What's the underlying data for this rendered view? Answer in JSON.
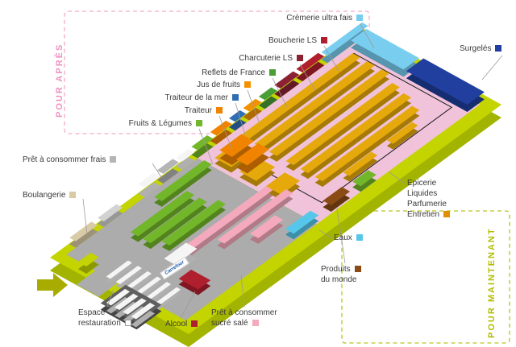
{
  "zones": {
    "pour_apres": {
      "label": "POUR APRÈS",
      "color": "#f090c2"
    },
    "pour_maintenant": {
      "label": "POUR MAINTENANT",
      "color": "#b3bc00"
    }
  },
  "sign": {
    "text": "Carrefour"
  },
  "departments": {
    "cremerie": {
      "lines": [
        "Crèmerie ultra fais"
      ],
      "square_line": 0,
      "color": "#79cef0"
    },
    "boucherie": {
      "lines": [
        "Boucherie LS"
      ],
      "square_line": 0,
      "color": "#b01f2e"
    },
    "charcuterie": {
      "lines": [
        "Charcuterie LS"
      ],
      "square_line": 0,
      "color": "#8c2134"
    },
    "reflets": {
      "lines": [
        "Reflets de France"
      ],
      "square_line": 0,
      "color": "#4a9e37"
    },
    "jus_de_fruits": {
      "lines": [
        "Jus de fruits"
      ],
      "square_line": 0,
      "color": "#f39200"
    },
    "traiteur_mer": {
      "lines": [
        "Traiteur de la mer"
      ],
      "square_line": 0,
      "color": "#2f6db5"
    },
    "traiteur": {
      "lines": [
        "Traiteur"
      ],
      "square_line": 0,
      "color": "#f08300"
    },
    "fruits_legumes": {
      "lines": [
        "Fruits & Légumes"
      ],
      "square_line": 0,
      "color": "#72b62a"
    },
    "pret_frais": {
      "lines": [
        "Prêt à consommer frais"
      ],
      "square_line": 0,
      "color": "#b5b5b5"
    },
    "boulangerie": {
      "lines": [
        "Boulangerie"
      ],
      "square_line": 0,
      "color": "#d9cba6"
    },
    "surgeles": {
      "lines": [
        "Surgelés"
      ],
      "square_line": 0,
      "color": "#203f9e"
    },
    "epicerie": {
      "lines": [
        "Epicerie",
        "Liquides",
        "Parfumerie",
        "Entretien"
      ],
      "square_line": 3,
      "color": "#e08f00"
    },
    "eaux": {
      "lines": [
        "Eaux"
      ],
      "square_line": 0,
      "color": "#56c7ea"
    },
    "produits_monde": {
      "lines": [
        "Produits",
        "du monde"
      ],
      "square_line": 0,
      "color": "#8a4b15"
    },
    "restauration": {
      "lines": [
        "Espace",
        "restauration"
      ],
      "square_line": 1,
      "color": "#ffffff",
      "square_border": "#9a9a9a"
    },
    "alcool": {
      "lines": [
        "Alcool"
      ],
      "square_line": 0,
      "color": "#b01f2e"
    },
    "pret_sucre": {
      "lines": [
        "Prêt à consommer",
        "sucré salé"
      ],
      "square_line": 1,
      "color": "#f5a9bc"
    }
  },
  "palette": {
    "building": "#c3d400",
    "building_shadow": "#a2b400",
    "floor_left": "#acacac",
    "floor_right": "#f0c3da",
    "gondola": "#e6a90c",
    "white": "#f5f5f5",
    "lightgray": "#d2d2d2",
    "darkgray": "#5f5f5f",
    "loop_outline": "#1a1a1a",
    "leader_line": "#9b9b9b",
    "arrow": "#a9ac00"
  }
}
